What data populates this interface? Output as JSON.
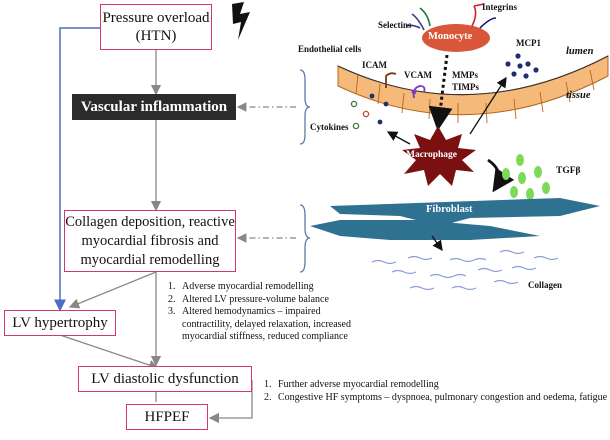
{
  "boxes": {
    "pressure": [
      "Pressure overload",
      "(HTN)"
    ],
    "inflammation": "Vascular inflammation",
    "collagen": [
      "Collagen deposition, reactive",
      "myocardial fibrosis and",
      "myocardial remodelling"
    ],
    "lvh": "LV hypertrophy",
    "diastolic": "LV diastolic dysfunction",
    "hfpef": "HFPEF"
  },
  "labels": {
    "selectins": "Selectins",
    "integrins": "Integrins",
    "monocyte": "Monocyte",
    "endothelial": "Endothelial cells",
    "icam": "ICAM",
    "vcam": "VCAM",
    "mmps": "MMPs",
    "timps": "TIMPs",
    "mcp1": "MCP1",
    "lumen": "lumen",
    "tissue": "tissue",
    "cytokines": "Cytokines",
    "macrophage": "Macrophage",
    "tgfb": "TGFβ",
    "fibroblast": "Fibroblast",
    "collagen": "Collagen"
  },
  "list1": [
    "Adverse myocardial remodelling",
    "Altered LV pressure-volume balance",
    "Altered hemodynamics – impaired contractility, delayed relaxation, increased myocardial stiffness, reduced compliance"
  ],
  "list2": [
    "Further adverse myocardial remodelling",
    "Congestive HF symptoms – dyspnoea, pulmonary congestion and oedema, fatigue"
  ],
  "colors": {
    "box_border": "#d63a64",
    "arrow": "#888888",
    "hypertrophy_line": "#4a6fc4",
    "monocyte": "#d9563a",
    "endothelium": "#f5b97a",
    "fibroblast": "#2f7191",
    "tgfb": "#7ed957",
    "macrophage": "#7a1010"
  }
}
